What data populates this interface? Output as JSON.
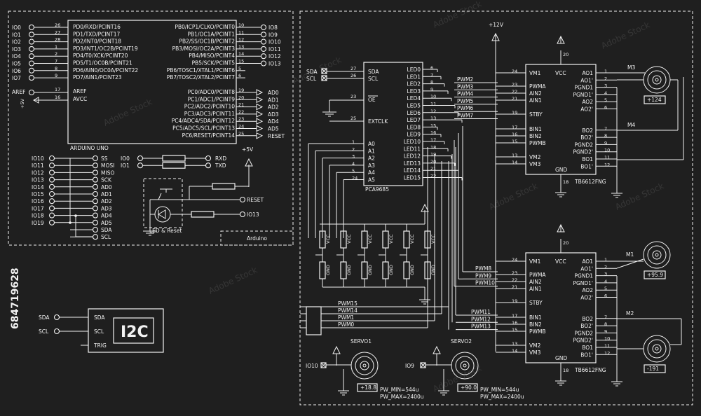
{
  "arduino": {
    "title": "ARDUINO UNO",
    "section_label": "Arduino",
    "left_nets": [
      "IO0",
      "IO1",
      "IO2",
      "IO3",
      "IO4",
      "IO5",
      "IO6",
      "IO7"
    ],
    "left_pin_nums": [
      "26",
      "27",
      "28",
      "1",
      "2",
      "7",
      "8",
      "9"
    ],
    "left_pins": [
      "PD0/RXD/PCINT16",
      "PD1/TXD/PCINT17",
      "PD2/INT0/PCINT18",
      "PD3/INT1/OC2B/PCINT19",
      "PD4/T0/XCK/PCINT20",
      "PD5/T1/OC0B/PCINT21",
      "PD6/AIN0/OC0A/PCINT22",
      "PD7/AIN1/PCINT23"
    ],
    "right_pins": [
      "PB0/ICP1/CLKO/PCINT0",
      "PB1/OC1A/PCINT1",
      "PB2/SS/OC1B/PCINT2",
      "PB3/MOSI/OC2A/PCINT3",
      "PB4/MISO/PCINT4",
      "PB5/SCK/PCINT5",
      "PB6/TOSC1/XTAL1/PCINT6",
      "PB7/TOSC2/XTAL2/PCINT7"
    ],
    "right_pin_nums": [
      "10",
      "11",
      "12",
      "13",
      "14",
      "15",
      "5",
      "6"
    ],
    "right_nets": [
      "IO8",
      "IO9",
      "IO10",
      "IO11",
      "IO12",
      "IO13"
    ],
    "analog_pins": [
      "PC0/ADC0/PCINT8",
      "PC1/ADC1/PCINT9",
      "PC2/ADC2/PCINT10",
      "PC3/ADC3/PCINT11",
      "PC4/ADC4/SDA/PCINT12",
      "PC5/ADC5/SCL/PCINT13",
      "PC6/RESET/PCINT14"
    ],
    "analog_pin_nums": [
      "19",
      "20",
      "21",
      "22",
      "23",
      "24",
      "25"
    ],
    "analog_nets": [
      "AD0",
      "AD1",
      "AD2",
      "AD3",
      "AD4",
      "AD5",
      "RESET"
    ],
    "aref": "AREF",
    "avcc": "AVCC",
    "aref_num": "17",
    "avcc_num": "16",
    "supply": "+5V",
    "header_left": [
      "IO10",
      "IO11",
      "IO12",
      "IO13",
      "IO14",
      "IO15",
      "IO16",
      "IO17",
      "IO18",
      "IO19"
    ],
    "header_right": [
      "SS",
      "MOSI",
      "MISO",
      "SCK",
      "AD0",
      "AD1",
      "AD2",
      "AD3",
      "AD4",
      "AD5",
      "SDA",
      "SCL"
    ],
    "uart_left": [
      "IO0",
      "IO1"
    ],
    "uart_right": [
      "RXD",
      "TXD"
    ],
    "vplus": "+5V",
    "reset_label": "RESET",
    "io13_label": "IO13",
    "led_reset_label": "LED & Reset"
  },
  "i2c": {
    "inputs": [
      "SDA",
      "SCL"
    ],
    "pins": [
      "SDA",
      "SCL",
      "TRIG"
    ],
    "title": "I2C"
  },
  "pca": {
    "name": "PCA9685",
    "sda": "SDA",
    "scl": "SCL",
    "sda_num": "27",
    "scl_num": "26",
    "oe": "OE",
    "oe_num": "23",
    "extclk": "EXTCLK",
    "extclk_num": "25",
    "addr": [
      "A0",
      "A1",
      "A2",
      "A3",
      "A4",
      "A5"
    ],
    "addr_nums": [
      "1",
      "2",
      "3",
      "4",
      "5",
      "24"
    ],
    "leds": [
      "LED0",
      "LED1",
      "LED2",
      "LED3",
      "LED4",
      "LED5",
      "LED6",
      "LED7",
      "LED8",
      "LED9",
      "LED10",
      "LED11",
      "LED12",
      "LED13",
      "LED14",
      "LED15"
    ],
    "led_nums": [
      "6",
      "7",
      "8",
      "9",
      "10",
      "11",
      "12",
      "13",
      "15",
      "16",
      "17",
      "18",
      "19",
      "20",
      "21",
      "22"
    ],
    "pwm_top": [
      "PWM2",
      "PWM3",
      "PWM4",
      "PWM5",
      "PWM6",
      "PWM7"
    ],
    "pwm_mid": [
      "PWM8",
      "PWM9",
      "PWM10"
    ],
    "pwm_bot": [
      "PWM11",
      "PWM12",
      "PWM13"
    ],
    "pwm_conn": [
      "PWM15",
      "PWM14",
      "PWM1",
      "PWM0"
    ],
    "vcc": "VCC",
    "gnd": "GND"
  },
  "driver_top": {
    "name": "TB6612FNG",
    "supply": "+12V",
    "left_pins": [
      "VM1",
      "PWMA",
      "AIN2",
      "AIN1",
      "STBY",
      "BIN1",
      "BIN2",
      "PWMB",
      "VM2",
      "VM3"
    ],
    "left_nums": [
      "24",
      "23",
      "22",
      "21",
      "19",
      "17",
      "16",
      "15",
      "13",
      "14"
    ],
    "right_pins": [
      "AO1",
      "AO1'",
      "PGND1",
      "PGND1'",
      "AO2",
      "AO2'",
      "BO2",
      "BO2'",
      "PGND2",
      "PGND2'",
      "BO1",
      "BO1'"
    ],
    "right_nums": [
      "1",
      "2",
      "3",
      "4",
      "5",
      "6",
      "7",
      "8",
      "9",
      "10",
      "11",
      "12"
    ],
    "vcc": "VCC",
    "gnd": "GND",
    "vcc_num": "20",
    "gnd_num": "18",
    "motors": [
      {
        "name": "M3",
        "readout": "+124"
      },
      {
        "name": "M4",
        "readout": ""
      }
    ]
  },
  "driver_bot": {
    "name": "TB6612FNG",
    "left_pins": [
      "VM1",
      "PWMA",
      "AIN2",
      "AIN1",
      "STBY",
      "BIN1",
      "BIN2",
      "PWMB",
      "VM2",
      "VM3"
    ],
    "left_nums": [
      "24",
      "23",
      "22",
      "21",
      "19",
      "17",
      "16",
      "15",
      "13",
      "14"
    ],
    "right_pins": [
      "AO1",
      "AO1'",
      "PGND1",
      "PGND1'",
      "AO2",
      "AO2'",
      "BO2",
      "BO2'",
      "PGND2",
      "PGND2'",
      "BO1",
      "BO1'"
    ],
    "right_nums": [
      "1",
      "2",
      "3",
      "4",
      "5",
      "6",
      "7",
      "8",
      "9",
      "10",
      "11",
      "12"
    ],
    "vcc": "VCC",
    "gnd": "GND",
    "vcc_num": "20",
    "gnd_num": "18",
    "motors": [
      {
        "name": "M1",
        "readout": "+95.9"
      },
      {
        "name": "M2",
        "readout": "-191"
      }
    ]
  },
  "servos": [
    {
      "name": "SERVO1",
      "io": "IO10",
      "readout": "+18.8"
    },
    {
      "name": "SERVO2",
      "io": "IO9",
      "readout": "+90.0"
    }
  ],
  "servo_pw": {
    "min": "PW_MIN=544u",
    "max": "PW_MAX=2400u"
  },
  "stock": {
    "id": "684719628",
    "watermarks": [
      "Adobe Stock",
      "Adobe Stock",
      "Adobe Stock",
      "Adobe Stock",
      "Adobe Stock",
      "Adobe Stock",
      "Adobe Stock",
      "Adobe Stock"
    ]
  }
}
